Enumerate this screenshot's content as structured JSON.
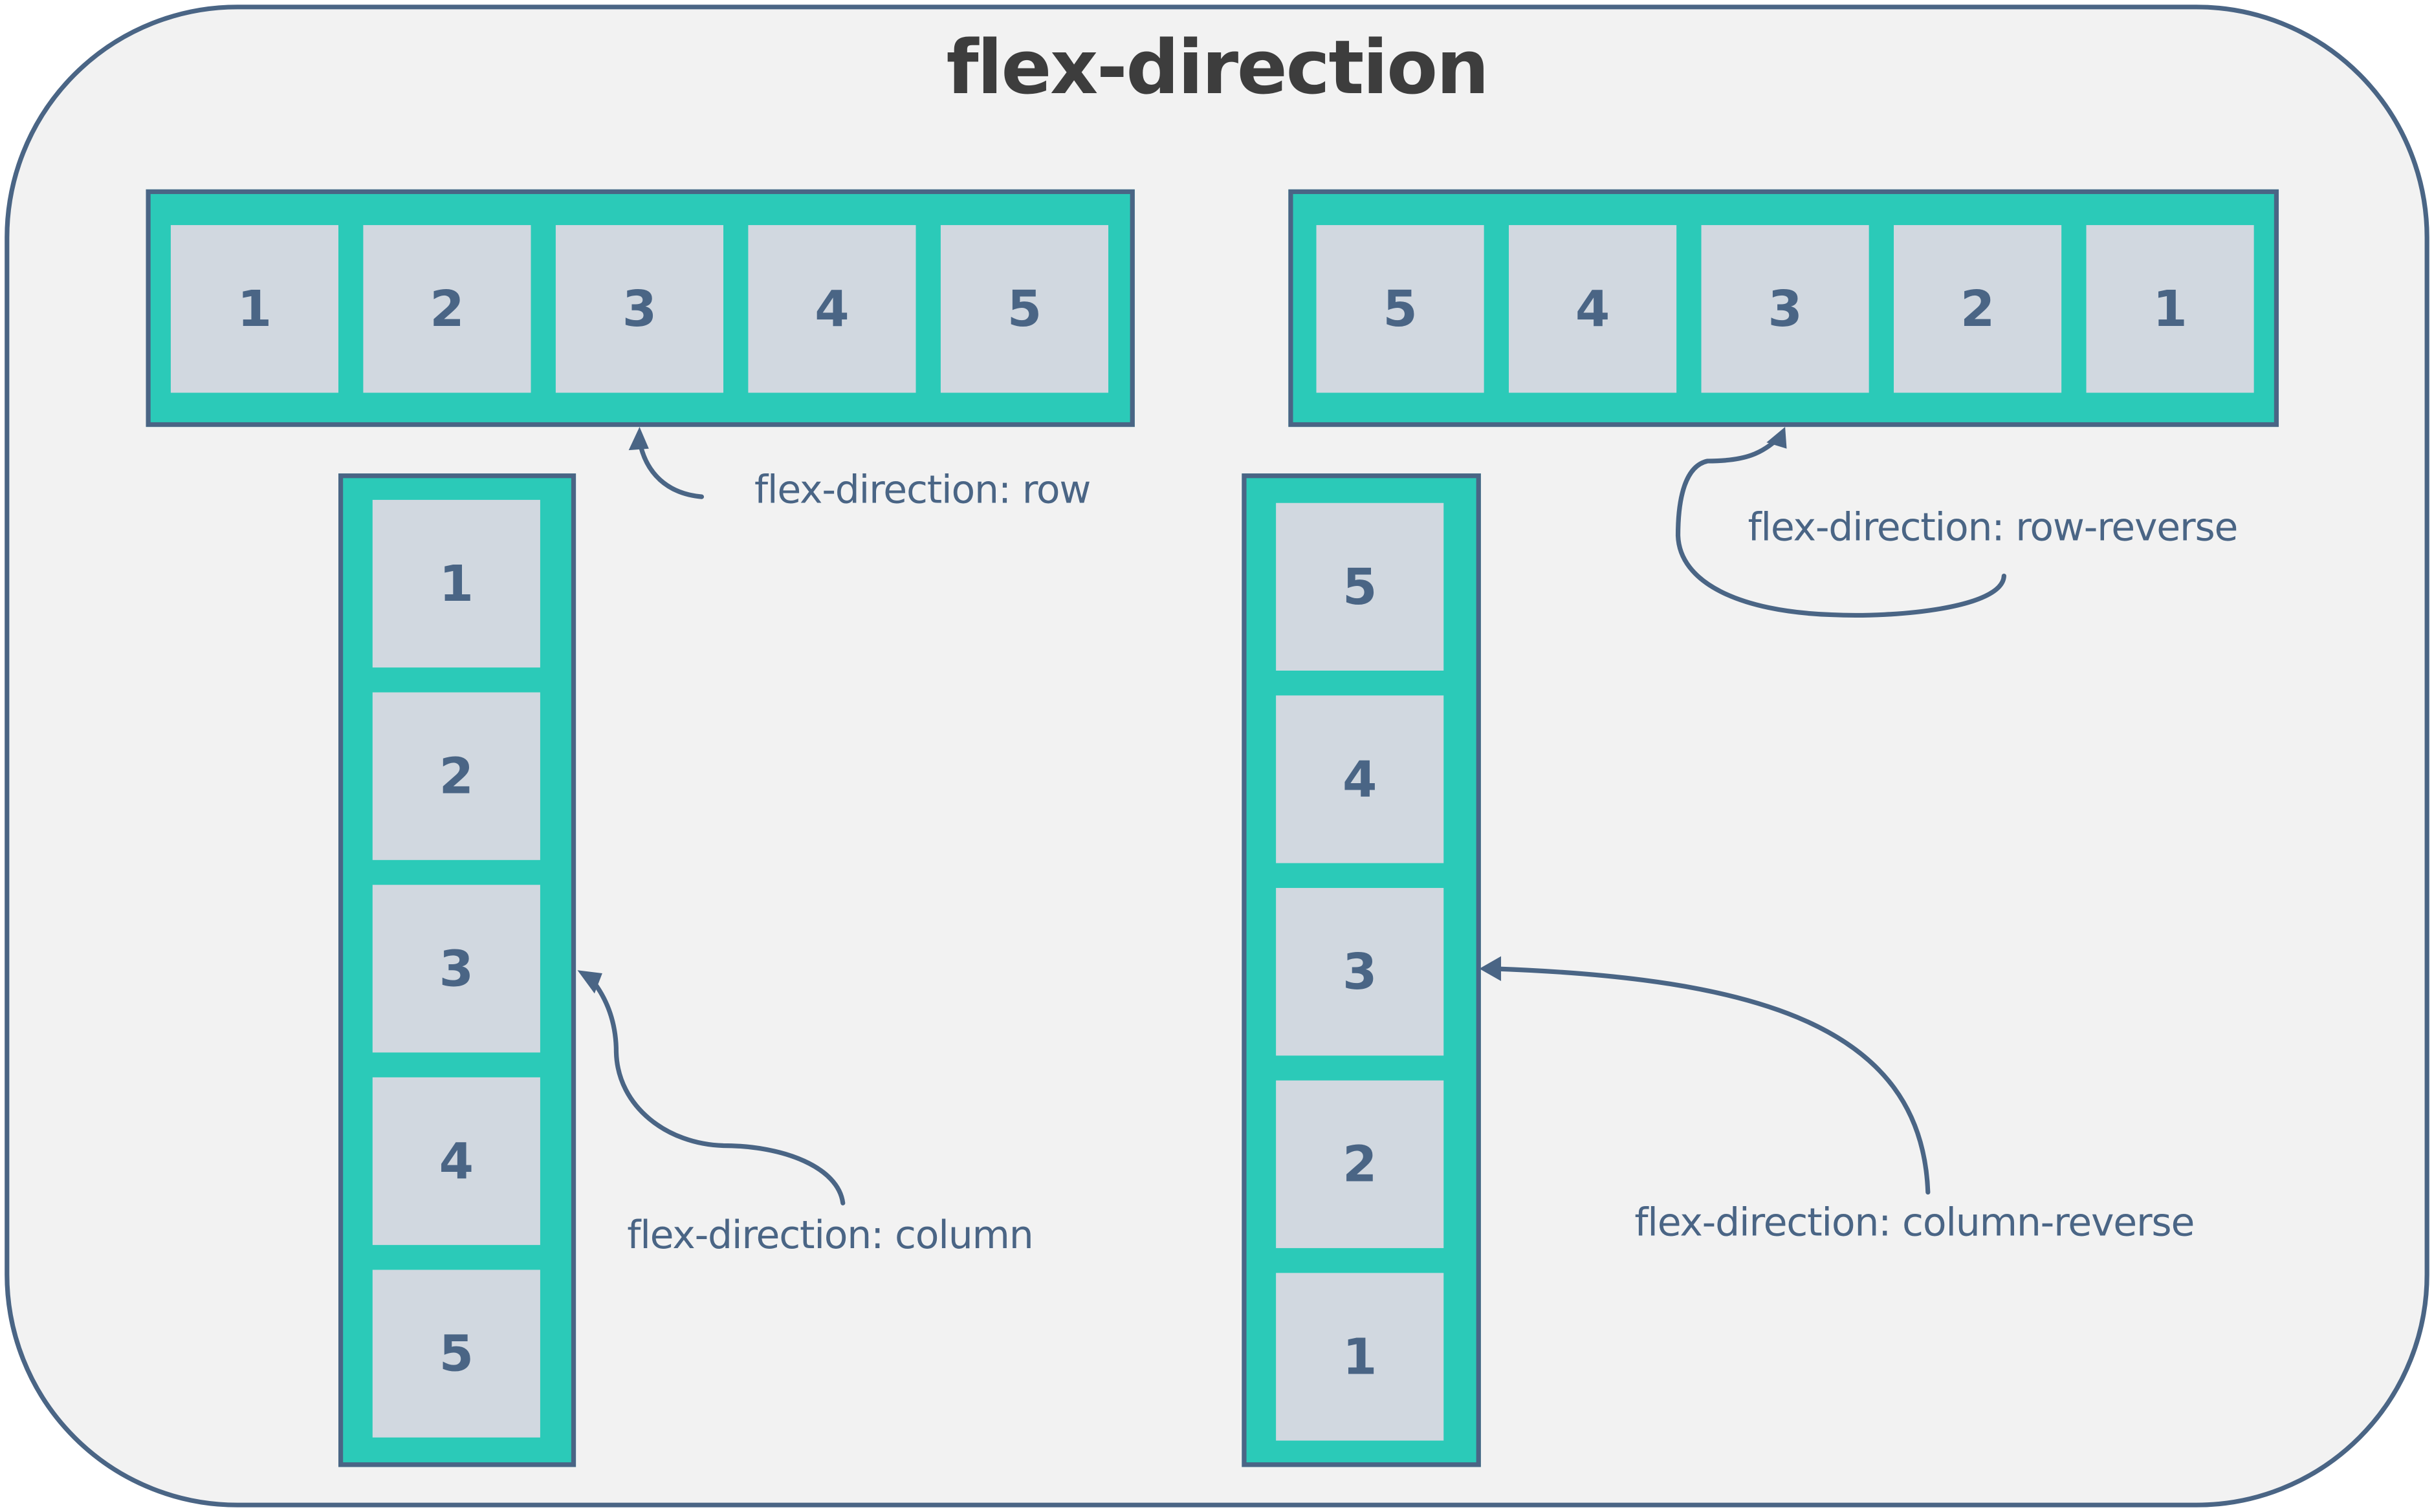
{
  "title": "flex-direction",
  "colors": {
    "frame_border": "#4a6585",
    "background": "#f2f2f2",
    "container_fill": "#2bcab8",
    "item_fill": "#d1d8e0",
    "text_accent": "#4a6585",
    "title_text": "#3d3d3d"
  },
  "examples": [
    {
      "id": "row",
      "label": "flex-direction: row",
      "visual_order": [
        "1",
        "2",
        "3",
        "4",
        "5"
      ],
      "items": [
        "1",
        "2",
        "3",
        "4",
        "5"
      ]
    },
    {
      "id": "row-reverse",
      "label": "flex-direction: row-reverse",
      "visual_order": [
        "5",
        "4",
        "3",
        "2",
        "1"
      ],
      "items": [
        "1",
        "2",
        "3",
        "4",
        "5"
      ]
    },
    {
      "id": "column",
      "label": "flex-direction: column",
      "visual_order": [
        "1",
        "2",
        "3",
        "4",
        "5"
      ],
      "items": [
        "1",
        "2",
        "3",
        "4",
        "5"
      ]
    },
    {
      "id": "column-reverse",
      "label": "flex-direction: column-reverse",
      "visual_order": [
        "5",
        "4",
        "3",
        "2",
        "1"
      ],
      "items": [
        "1",
        "2",
        "3",
        "4",
        "5"
      ]
    }
  ]
}
